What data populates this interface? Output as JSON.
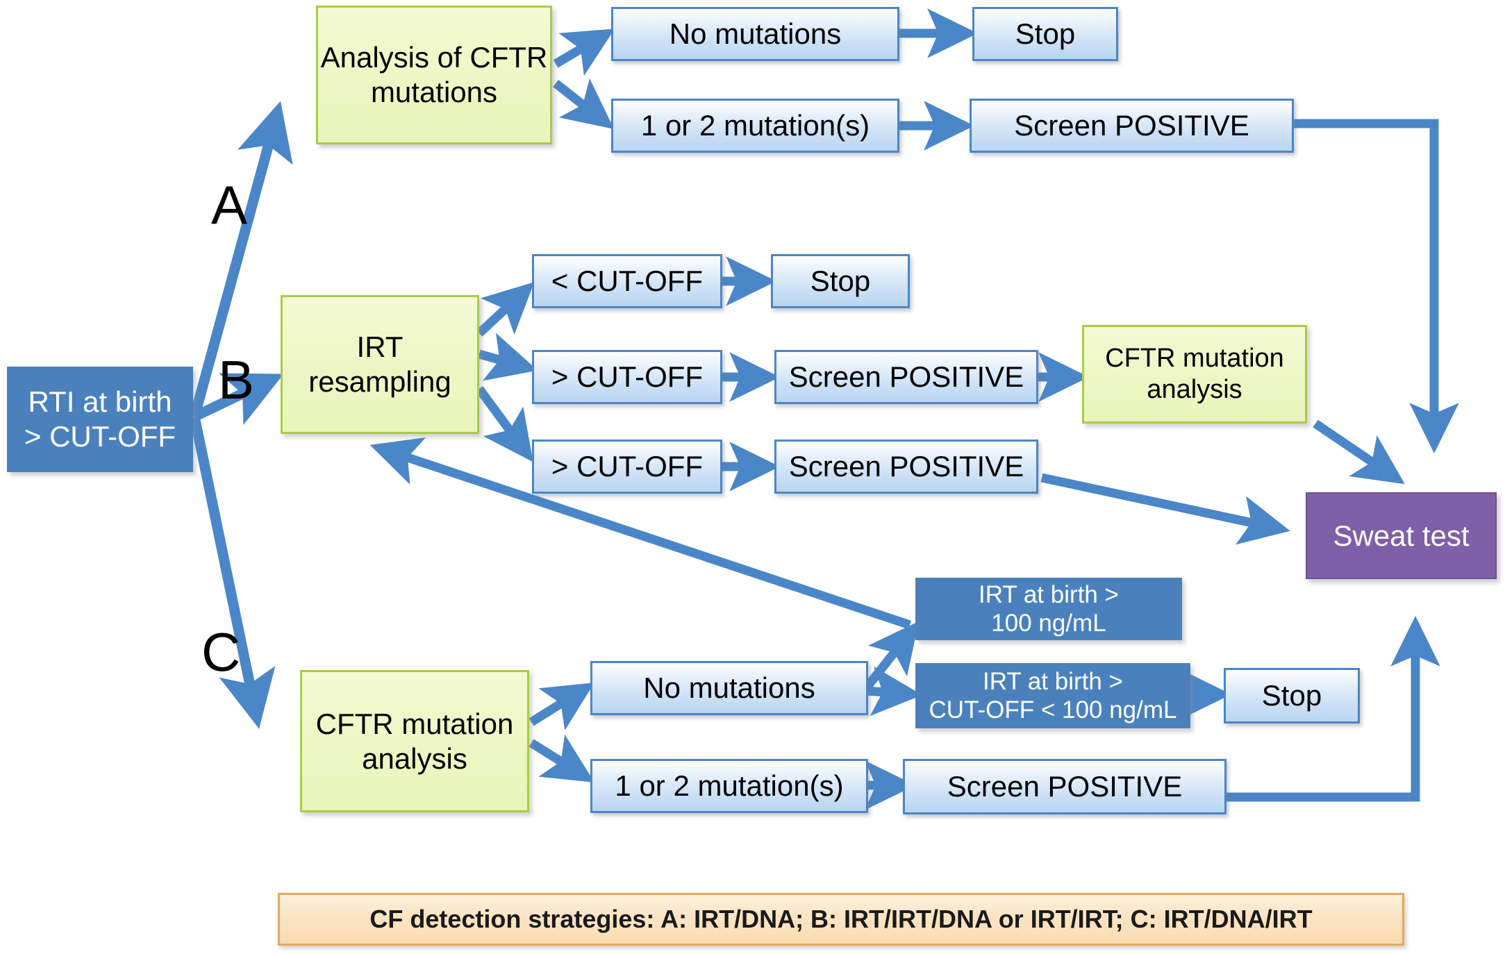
{
  "diagram": {
    "title": "CF newborn screening detection strategies flowchart",
    "colors": {
      "blue_solid": "#4a81bd",
      "blue_light_border": "#4a86c8",
      "green_fill": "#e9f5bb",
      "green_border": "#a9cc44",
      "purple": "#7e5fa8",
      "arrow": "#4a86c8",
      "caption_fill": "#fbe4c4",
      "caption_border": "#e8a75c"
    },
    "start_node": {
      "label": "RTI at birth\n> CUT-OFF"
    },
    "branch_letters": [
      {
        "label": "A"
      },
      {
        "label": "B"
      },
      {
        "label": "C"
      }
    ],
    "strategy_a": {
      "step": "Analysis of CFTR\nmutations",
      "outcomes": [
        {
          "result": "No mutations",
          "next": "Stop"
        },
        {
          "result": "1 or 2 mutation(s)",
          "next": "Screen POSITIVE"
        }
      ]
    },
    "strategy_b": {
      "step": "IRT\nresampling",
      "outcomes": [
        {
          "result": "< CUT-OFF",
          "next": "Stop",
          "then": ""
        },
        {
          "result": "> CUT-OFF",
          "next": "Screen POSITIVE",
          "then": "CFTR mutation\nanalysis"
        },
        {
          "result": "> CUT-OFF",
          "next": "Screen POSITIVE",
          "then": ""
        }
      ]
    },
    "strategy_c": {
      "step": "CFTR mutation\nanalysis",
      "outcomes": [
        {
          "result": "No mutations"
        },
        {
          "result": "1 or 2 mutation(s)",
          "next": "Screen POSITIVE"
        }
      ],
      "irt_high": "IRT at birth >\n100 ng/mL",
      "irt_mid": "IRT at birth >\nCUT-OFF < 100 ng/mL",
      "irt_mid_next": "Stop"
    },
    "terminal": {
      "sweat_test": "Sweat test"
    },
    "caption": "CF detection strategies: A: IRT/DNA; B: IRT/IRT/DNA or IRT/IRT; C: IRT/DNA/IRT"
  }
}
